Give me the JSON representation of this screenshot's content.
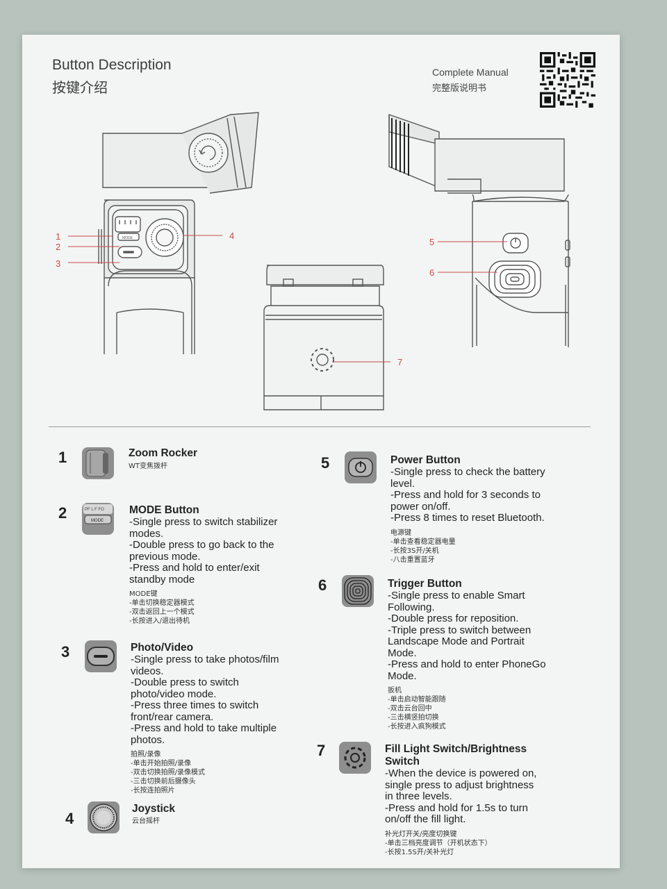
{
  "header": {
    "title_en": "Button Description",
    "title_zh": "按键介绍",
    "manual_en": "Complete Manual",
    "manual_zh": "完整版说明书"
  },
  "callouts": [
    "1",
    "2",
    "3",
    "4",
    "5",
    "6",
    "7"
  ],
  "mode_icon_text": "MODE",
  "dial_labels": "PF L F FO",
  "items": [
    {
      "number": "1",
      "title": "Zoom Rocker",
      "subtitle": "WT变焦拨杆",
      "lines": [],
      "zh_lines": []
    },
    {
      "number": "2",
      "title": "MODE Button",
      "subtitle": "",
      "lines": [
        "-Single press to switch stabilizer",
        "modes.",
        "-Double press to go back to the",
        "previous mode.",
        "-Press and hold to enter/exit",
        "standby mode"
      ],
      "zh_lines": [
        "MODE键",
        "-单击切换稳定器模式",
        "-双击返回上一个模式",
        "-长按进入/退出待机"
      ]
    },
    {
      "number": "3",
      "title": "Photo/Video",
      "subtitle": "",
      "lines": [
        "-Single press to take photos/film",
        "videos.",
        "-Double press to switch",
        "photo/video mode.",
        "-Press three times to switch",
        "front/rear camera.",
        "-Press and hold to take multiple",
        "photos."
      ],
      "zh_lines": [
        "拍照/录像",
        "-单击开始拍照/录像",
        "-双击切换拍照/录像模式",
        "-三击切换前后摄像头",
        "-长按连拍照片"
      ]
    },
    {
      "number": "4",
      "title": "Joystick",
      "subtitle": "云台摇杆",
      "lines": [],
      "zh_lines": []
    },
    {
      "number": "5",
      "title": "Power Button",
      "subtitle": "",
      "lines": [
        "-Single press to check the battery",
        "level.",
        "-Press and hold for 3 seconds to",
        "power on/off.",
        "-Press 8 times to reset Bluetooth."
      ],
      "zh_lines": [
        "电源键",
        "-单击查看稳定器电量",
        "-长按3S开/关机",
        "-八击重置蓝牙"
      ]
    },
    {
      "number": "6",
      "title": "Trigger Button",
      "subtitle": "",
      "lines": [
        "-Single press to enable Smart",
        "Following.",
        "-Double press for reposition.",
        "-Triple press to switch between",
        "Landscape Mode and Portrait",
        "Mode.",
        "-Press and hold to enter PhoneGo",
        "Mode."
      ],
      "zh_lines": [
        "扳机",
        "-单击启动智能跟随",
        "-双击云台回中",
        "-三击横竖拍切换",
        "-长按进入疯狗模式"
      ]
    },
    {
      "number": "7",
      "title": "Fill Light Switch/Brightness",
      "title2": "Switch",
      "subtitle": "",
      "lines": [
        "-When the device is powered on,",
        "single press to adjust brightness",
        "in three levels.",
        "-Press and hold for 1.5s to turn",
        "on/off the fill light."
      ],
      "zh_lines": [
        "补光灯开关/亮度切换键",
        "-单击三档亮度调节（开机状态下）",
        "-长按1.5S开/关补光灯"
      ]
    }
  ]
}
